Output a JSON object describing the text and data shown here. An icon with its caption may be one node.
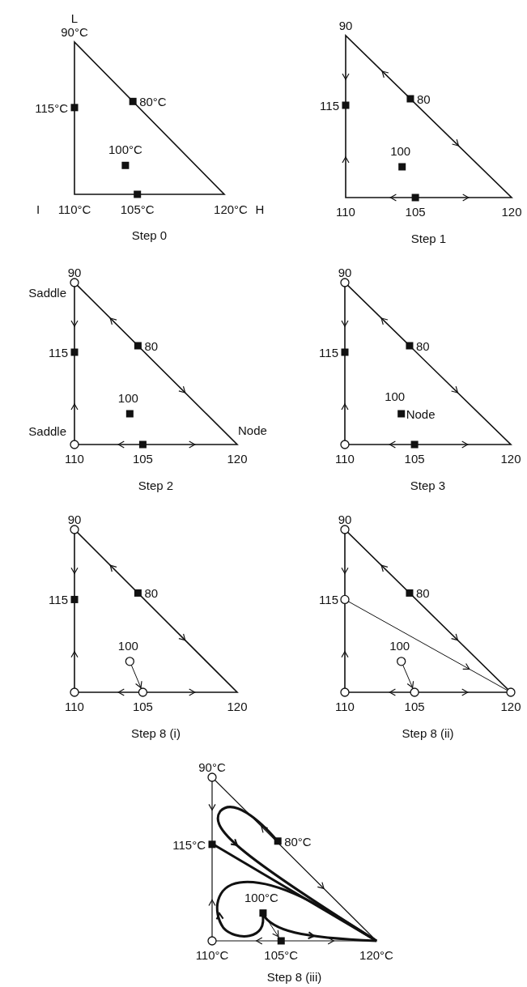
{
  "diagram": {
    "labels": [
      "L",
      "90°C",
      "115°C",
      "80°C",
      "100°C",
      "I",
      "110°C",
      "105°C",
      "120°C",
      "H",
      "Step 0",
      "90",
      "115",
      "80",
      "100",
      "110",
      "105",
      "120",
      "Step 1",
      "90",
      "Saddle",
      "115",
      "80",
      "100",
      "Saddle",
      "Node",
      "110",
      "105",
      "120",
      "Step 2",
      "90",
      "115",
      "80",
      "100",
      "Node",
      "110",
      "105",
      "120",
      "Step 3",
      "90",
      "115",
      "80",
      "100",
      "110",
      "105",
      "120",
      "Step 8 (i)",
      "90",
      "115",
      "80",
      "100",
      "110",
      "105",
      "120",
      "Step 8 (ii)",
      "90°C",
      "115°C",
      "80°C",
      "100°C",
      "110°C",
      "105°C",
      "120°C",
      "Step 8 (iii)"
    ]
  }
}
